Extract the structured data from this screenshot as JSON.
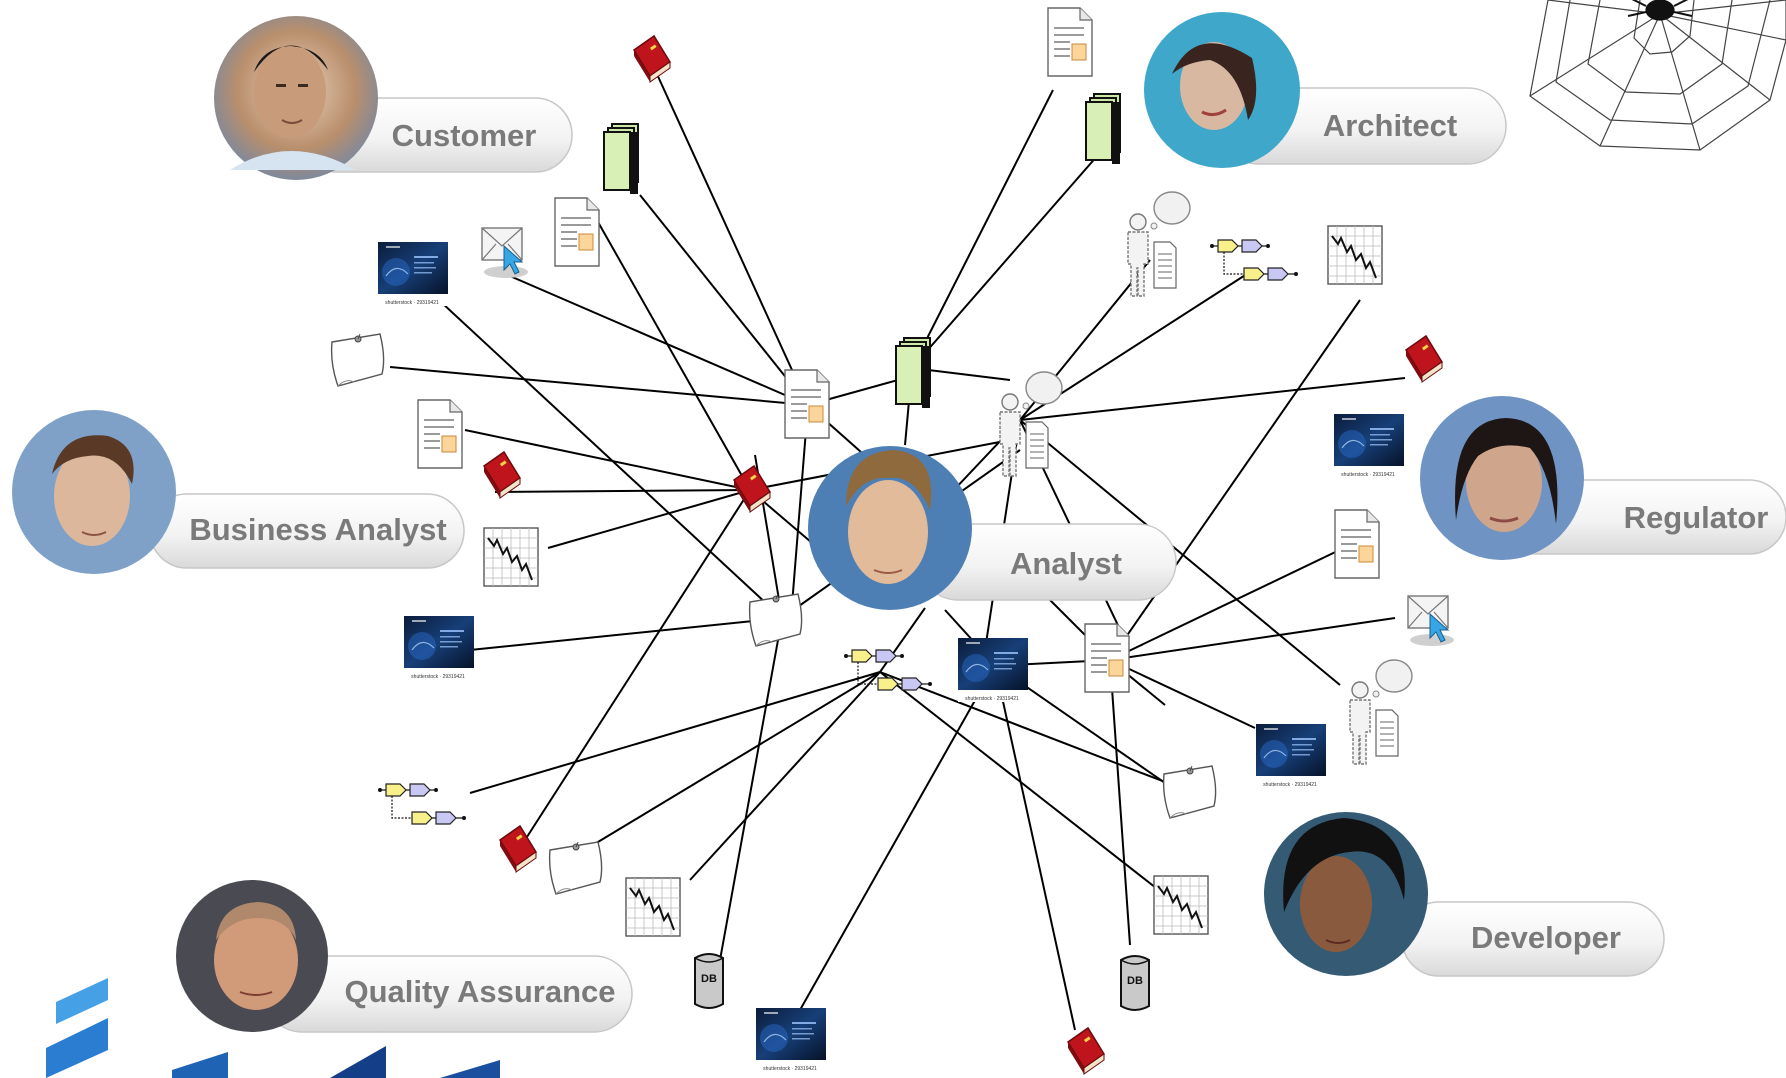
{
  "roles": {
    "customer": "Customer",
    "architect": "Architect",
    "business_analyst": "Business Analyst",
    "regulator": "Regulator",
    "analyst": "Analyst",
    "developer": "Developer",
    "quality_assurance": "Quality Assurance"
  },
  "thumbnail_caption": "shutterstock · 29319421",
  "db_label": "DB",
  "colors": {
    "book": "#b3141c",
    "server": "#cde8a8",
    "pill_text": "#7a7a7a",
    "line": "#000000",
    "logo_blue": "#2a7dd0"
  }
}
